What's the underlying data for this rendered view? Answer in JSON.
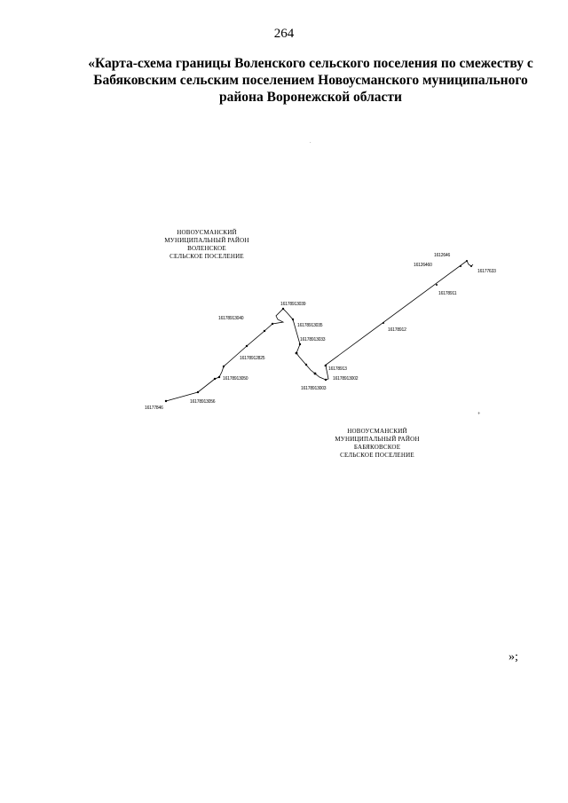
{
  "page_number": "264",
  "title": "«Карта-схема границы Воленского сельского поселения по смежеству с Бабяковским сельским поселением Новоусманского муниципального района Воронежской области",
  "regions": {
    "north": [
      "НОВОУСМАНСКИЙ",
      "МУНИЦИПАЛЬНЫЙ РАЙОН",
      "ВОЛЕНСКОЕ",
      "СЕЛЬСКОЕ ПОСЕЛЕНИЕ"
    ],
    "south": [
      "НОВОУСМАНСКИЙ",
      "МУНИЦИПАЛЬНЫЙ РАЙОН",
      "БАБЯКОВСКОЕ",
      "СЕЛЬСКОЕ ПОСЕЛЕНИЕ"
    ]
  },
  "points": {
    "p1": "16177846",
    "p2": "16178913056",
    "p3": "16178913050",
    "p4": "16178912825",
    "p5": "16178913040",
    "p6": "16178913039",
    "p7": "16178913035",
    "p8": "16178913033",
    "p9": "16178913003",
    "p10": "16178913",
    "p11": "16178913002",
    "p12": "16178912",
    "p13": "16178911",
    "p14": "16126460",
    "p15": "1612646",
    "p16": "16177633"
  },
  "closing": "»;"
}
